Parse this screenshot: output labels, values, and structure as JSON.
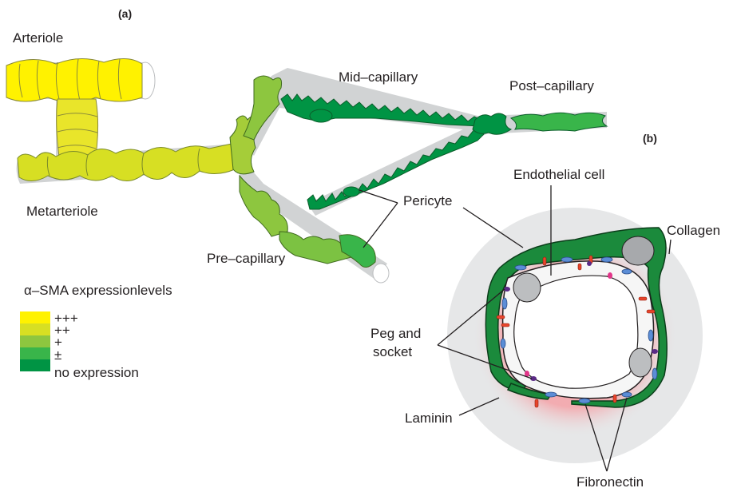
{
  "panels": {
    "a": "(a)",
    "b": "(b)"
  },
  "labels": {
    "arteriole": "Arteriole",
    "metarteriole": "Metarteriole",
    "mid_capillary": "Mid–capillary",
    "post_capillary": "Post–capillary",
    "pre_capillary": "Pre–capillary",
    "pericyte": "Pericyte",
    "endothelial_cell": "Endothelial cell",
    "collagen": "Collagen",
    "peg_and_socket_line1": "Peg and",
    "peg_and_socket_line2": "socket",
    "laminin": "Laminin",
    "fibronectin": "Fibronectin"
  },
  "legend": {
    "title": "α–SMA expressionlevels",
    "items": [
      {
        "label": "+++",
        "color": "#fff200"
      },
      {
        "label": "++",
        "color": "#d7df23"
      },
      {
        "label": "+",
        "color": "#8dc63f"
      },
      {
        "label": "±",
        "color": "#39b54a"
      },
      {
        "label": "no expression",
        "color": "#009444"
      }
    ]
  },
  "colors": {
    "vessel_gray": "#d1d3d4",
    "collagen_gray": "#e6e7e8",
    "laminin_pink": "#f4a6ab",
    "pericyte_green": "#1b8a3c",
    "endothelial_fill": "#f6f6f6",
    "fibronectin_blue": "#5b8dd6",
    "integrin_red": "#e8452c",
    "peg_purple": "#5b2a86"
  }
}
